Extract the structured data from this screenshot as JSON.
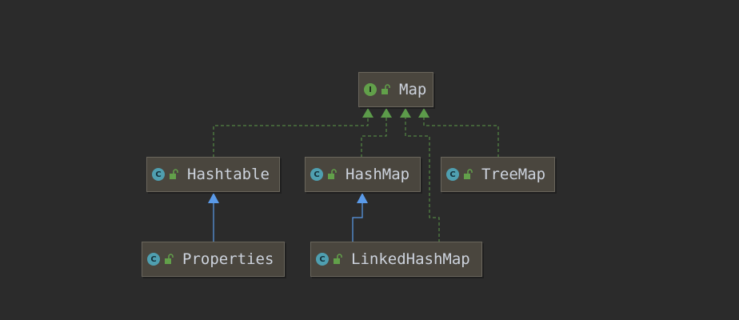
{
  "diagram": {
    "nodes": [
      {
        "id": "map",
        "name": "Map",
        "kind": "interface",
        "kind_badge": "I"
      },
      {
        "id": "hashtable",
        "name": "Hashtable",
        "kind": "class",
        "kind_badge": "C"
      },
      {
        "id": "hashmap",
        "name": "HashMap",
        "kind": "class",
        "kind_badge": "C"
      },
      {
        "id": "treemap",
        "name": "TreeMap",
        "kind": "class",
        "kind_badge": "C"
      },
      {
        "id": "properties",
        "name": "Properties",
        "kind": "class",
        "kind_badge": "C"
      },
      {
        "id": "linkedhashmap",
        "name": "LinkedHashMap",
        "kind": "class",
        "kind_badge": "C"
      }
    ],
    "edges": [
      {
        "from": "hashtable",
        "to": "map",
        "type": "implements"
      },
      {
        "from": "hashmap",
        "to": "map",
        "type": "implements"
      },
      {
        "from": "linkedhashmap",
        "to": "map",
        "type": "implements"
      },
      {
        "from": "treemap",
        "to": "map",
        "type": "implements"
      },
      {
        "from": "properties",
        "to": "hashtable",
        "type": "extends"
      },
      {
        "from": "linkedhashmap",
        "to": "hashmap",
        "type": "extends"
      }
    ],
    "colors": {
      "background": "#2b2b2b",
      "implements_edge": "#5c9b4a",
      "extends_edge": "#5a9ae8",
      "interface_badge": "#62a04a",
      "class_badge": "#4f9fb0",
      "lock": "#62a04a"
    },
    "icons": {
      "interface": "interface-icon",
      "class": "class-icon",
      "access": "unlocked-icon"
    }
  }
}
